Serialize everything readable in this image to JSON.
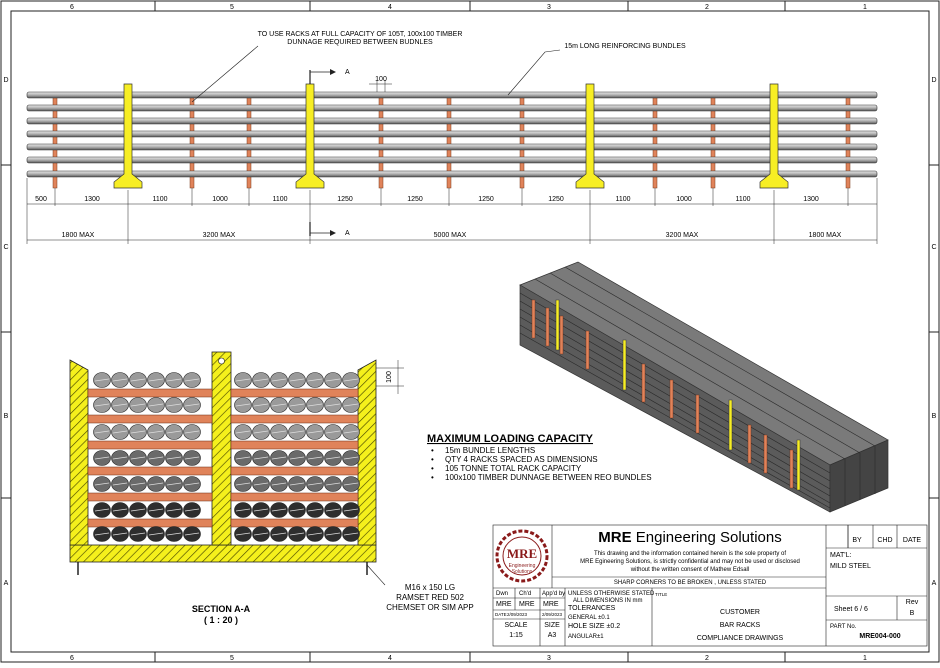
{
  "border": {
    "top_cols": [
      "6",
      "5",
      "4",
      "3",
      "2",
      "1"
    ],
    "bottom_cols": [
      "6",
      "5",
      "4",
      "3",
      "2",
      "1"
    ],
    "left_rows": [
      "D",
      "C",
      "B",
      "A"
    ],
    "right_rows": [
      "D",
      "C",
      "B",
      "A"
    ]
  },
  "elevation": {
    "note_left_1": "TO USE RACKS AT FULL CAPACITY OF 105T, 100x100 TIMBER",
    "note_left_2": "DUNNAGE REQUIRED BETWEEN BUDNLES",
    "note_right": "15m LONG REINFORCING BUNDLES",
    "section_marker": "A",
    "dim_100": "100",
    "dims_lower": [
      "500",
      "1300",
      "1100",
      "1000",
      "1100",
      "1250",
      "1250",
      "1250",
      "1250",
      "1100",
      "1000",
      "1100",
      "1300"
    ],
    "dims_max": [
      "1800 MAX",
      "3200 MAX",
      "5000 MAX",
      "3200 MAX",
      "1800 MAX"
    ]
  },
  "section": {
    "dim_100": "100",
    "bolt_note_1": "M16 x 150 LG",
    "bolt_note_2": "RAMSET RED 502",
    "bolt_note_3": "CHEMSET OR SIM APP",
    "title": "SECTION A-A",
    "scale": "( 1 : 20 )"
  },
  "capacity": {
    "title": "MAXIMUM LOADING CAPACITY",
    "bullets": [
      "15m BUNDLE LENGTHS",
      "QTY 4 RACKS SPACED AS DIMENSIONS",
      "105 TONNE TOTAL RACK CAPACITY",
      "100x100 TIMBER DUNNAGE BETWEEN REO BUNDLES"
    ]
  },
  "title_block": {
    "company": "MRE Engineering Solutions",
    "company_bold": "MRE",
    "company_rest": " Engineering Solutions",
    "logo_top": "MRE",
    "logo_sub1": "Engineering",
    "logo_sub2": "Solutions",
    "conf_1": "This drawing and the information contained herein is the sole property of",
    "conf_2": "MRE Egineering Solutions, is strictly confidential and may not be used or disclosed",
    "conf_3": "without the written consent of Mathew Edsall",
    "sharp": "SHARP CORNERS TO BE BROKEN , UNLESS STATED",
    "by": "BY",
    "chd": "CHD",
    "date": "DATE",
    "matl_label": "MAT'L:",
    "matl": "MILD STEEL",
    "dwn": "Dwn",
    "chkd": "Ch'd",
    "appd": "App'd by",
    "unless_1": "UNLESS OTHERWISE STATED",
    "unless_2": "ALL DIMENSIONS IN mm",
    "dwn_v": "MRE",
    "chkd_v": "MRE",
    "appd_v": "MRE",
    "date_label": "DATE",
    "date_1": "2/09/2023",
    "date_2": "2/09/2023",
    "scale_label": "SCALE",
    "scale_v": "1:15",
    "size_label": "SIZE",
    "size_v": "A3",
    "tolerances": "TOLERANCES",
    "general": "GENERAL ±0.1",
    "hole": "HOLE SIZE ±0.2",
    "angular": "ANGULAR±1",
    "title_label": "TITLE",
    "title_1": "CUSTOMER",
    "title_2": "BAR RACKS",
    "title_3": "COMPLIANCE DRAWINGS",
    "sheet": "Sheet  6  /  6",
    "rev_label": "Rev",
    "rev": "B",
    "part_label": "PART No.",
    "part": "MRE004-000"
  }
}
